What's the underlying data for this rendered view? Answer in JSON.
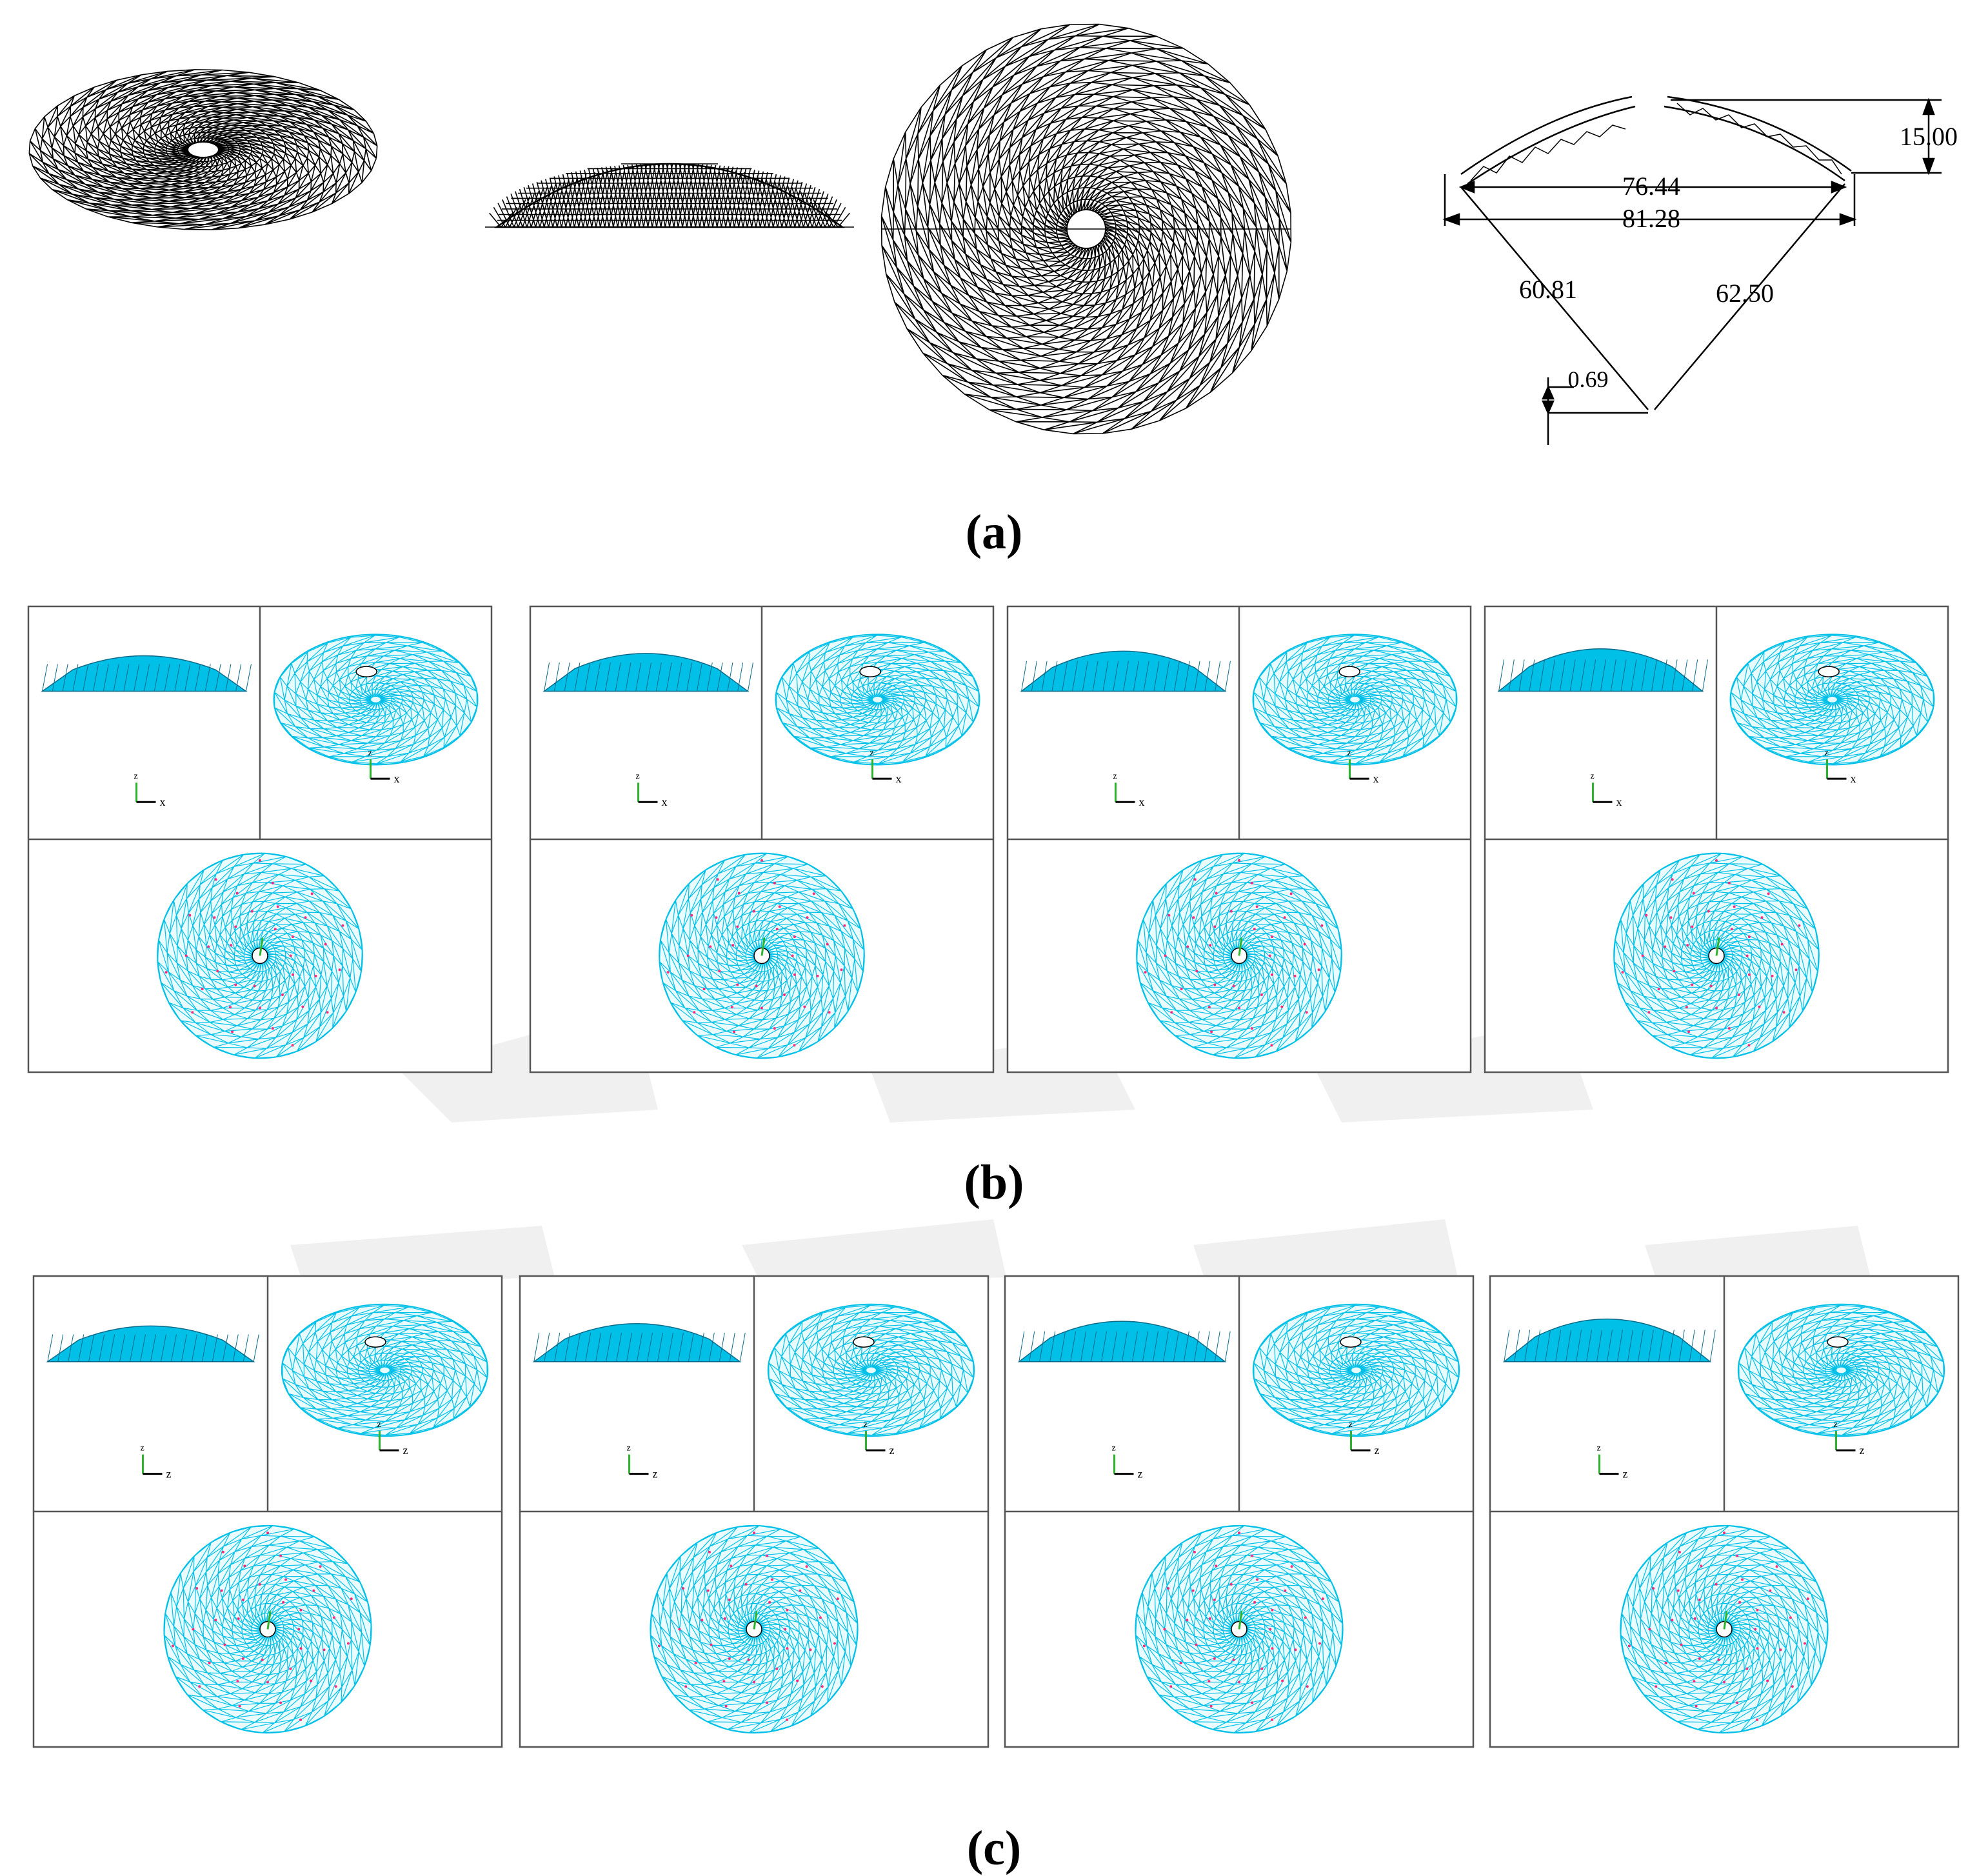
{
  "figure": {
    "panel_labels": [
      "(a)",
      "(b)",
      "(c)"
    ],
    "dimensions": {
      "top_height": "15.00",
      "inner_span": "76.44",
      "outer_span": "81.28",
      "left_radius": "60.81",
      "right_radius": "62.50",
      "offset": "0.69"
    },
    "axis_labels": {
      "b_axis": "x",
      "c_axis": "z",
      "vertical_axis": "z"
    },
    "colors": {
      "wireframe_black": "#000000",
      "mode_mesh": "#00c0e8",
      "mode_mesh_dark": "#0a6a8a",
      "mode_marker": "#ff2a7a",
      "axis_green": "#2cb52c",
      "viewport_border": "#555555"
    }
  }
}
